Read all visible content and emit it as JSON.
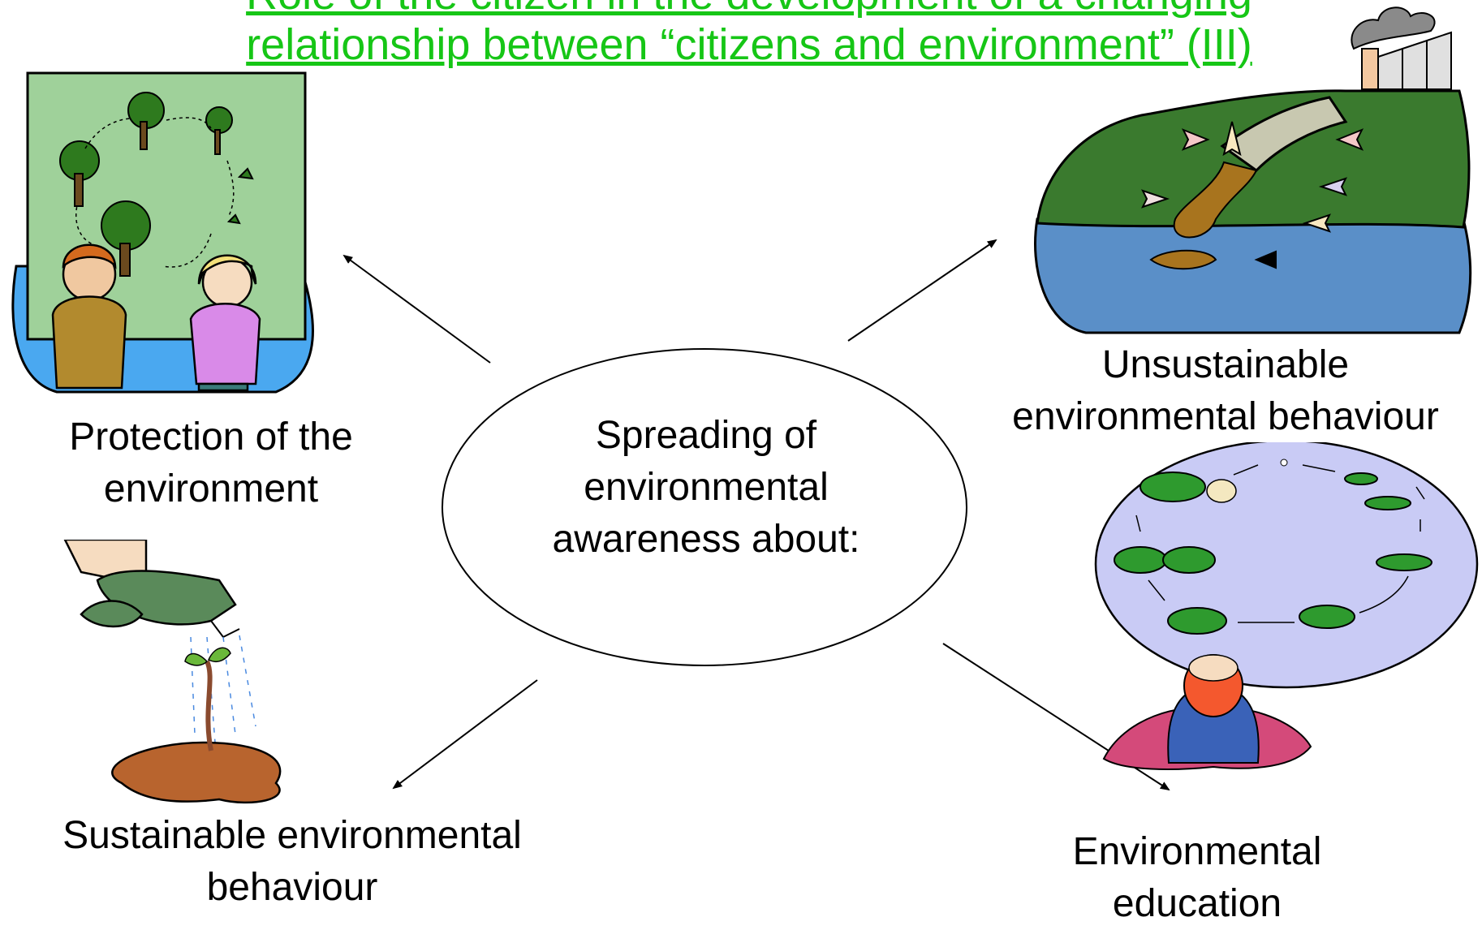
{
  "title": {
    "line1_partial": "Role of the citizen in the development of a changing",
    "line2": "relationship between “citizens and environment” (III)"
  },
  "colors": {
    "title": "#16c616",
    "pollution_land": "#3a7a2e",
    "pollution_water": "#5a8fc8",
    "sky_panel": "#9fd19a",
    "pond": "#c9cbf5"
  },
  "center": {
    "lines": [
      "Spreading of",
      "environmental",
      "awareness about:"
    ]
  },
  "nodes": {
    "protection": {
      "lines": [
        "Protection of the",
        "environment"
      ],
      "icon": "children-nature-cycle-icon"
    },
    "unsustainable": {
      "lines": [
        "Unsustainable",
        "environmental behaviour"
      ],
      "icon": "factory-pollution-icon"
    },
    "sustainable": {
      "lines": [
        "Sustainable environmental",
        "behaviour"
      ],
      "icon": "watering-can-sprout-icon"
    },
    "education": {
      "lines": [
        "Environmental",
        "education"
      ],
      "icon": "frog-life-cycle-icon"
    }
  }
}
